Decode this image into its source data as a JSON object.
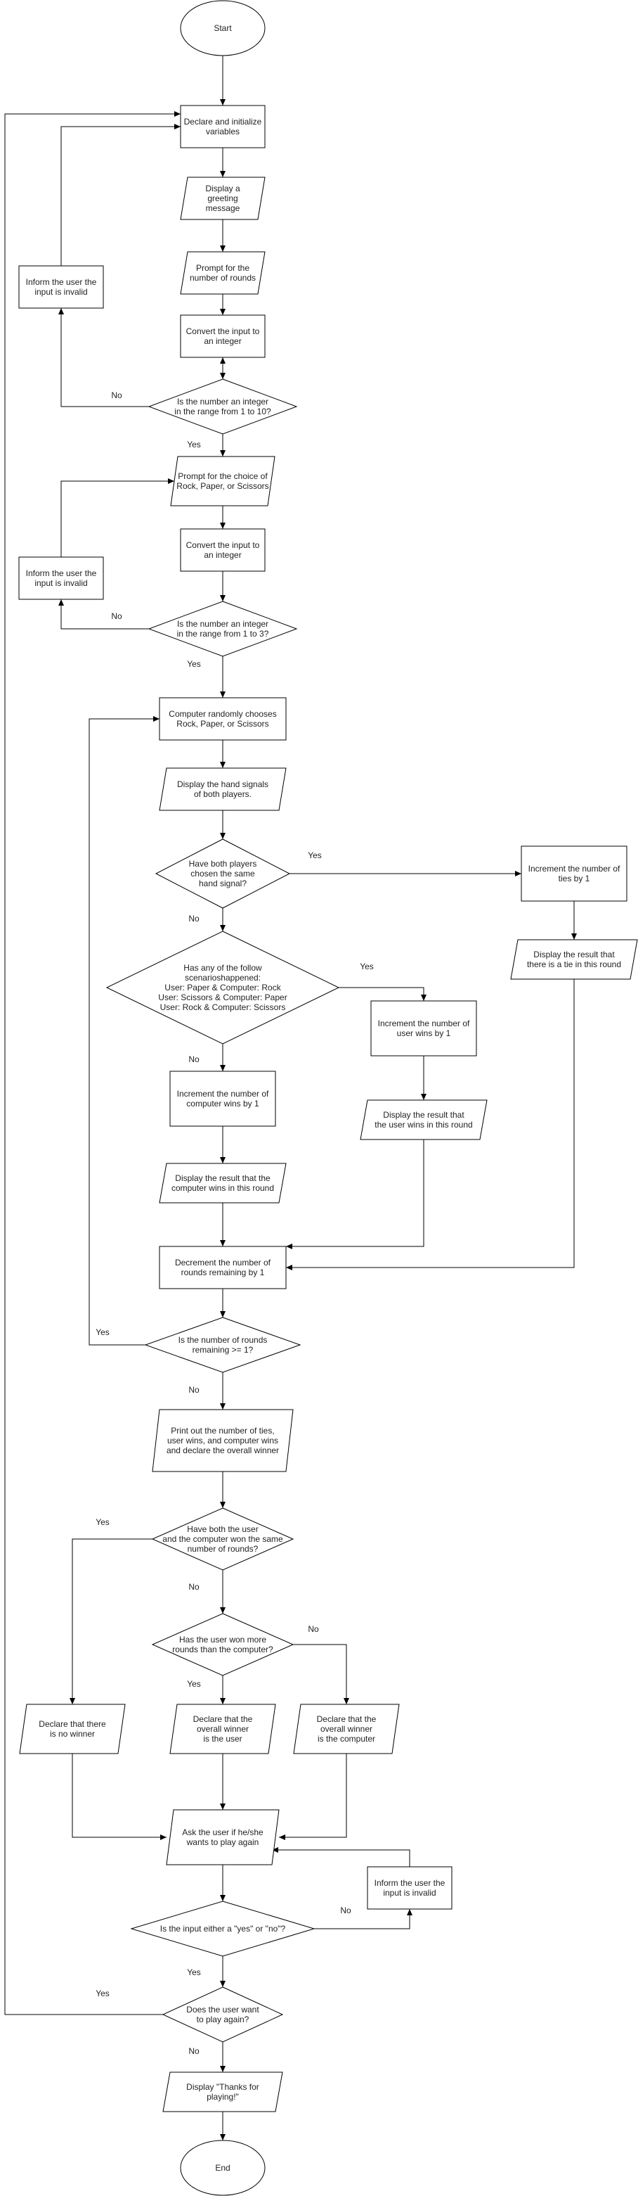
{
  "colors": {
    "stroke": "#000000",
    "fill": "#ffffff",
    "text": "#222222",
    "background": "#ffffff"
  },
  "nodes": {
    "start": [
      "Start"
    ],
    "declare": [
      "Declare and initialize",
      "variables"
    ],
    "greeting": [
      "Display a",
      "greeting",
      "message"
    ],
    "prompt_rounds": [
      "Prompt for the",
      "number of rounds"
    ],
    "convert_rounds": [
      "Convert the input to",
      "an integer"
    ],
    "check_rounds": [
      "Is the number an integer",
      "in the range from 1 to 10?"
    ],
    "invalid_rounds": [
      "Inform the user the",
      "input is invalid"
    ],
    "prompt_choice": [
      "Prompt for the choice of",
      "Rock, Paper, or Scissors"
    ],
    "convert_choice": [
      "Convert the input to",
      "an integer"
    ],
    "check_choice": [
      "Is the number an integer",
      "in the range from 1 to 3?"
    ],
    "invalid_choice": [
      "Inform the user the",
      "input is invalid"
    ],
    "computer_choice": [
      "Computer randomly chooses",
      "Rock, Paper, or Scissors"
    ],
    "display_signals": [
      "Display the hand signals",
      "of both players."
    ],
    "same_signal": [
      "Have both players",
      "chosen the same",
      "hand signal?"
    ],
    "inc_ties": [
      "Increment the number of",
      "ties by 1"
    ],
    "display_tie": [
      "Display the result that",
      "there is a tie in this round"
    ],
    "user_win_check": [
      "Has any of the follow",
      "scenarioshappened:",
      "User: Paper & Computer: Rock",
      "User: Scissors & Computer: Paper",
      "User: Rock & Computer: Scissors"
    ],
    "inc_user": [
      "Increment the number of",
      "user wins by 1"
    ],
    "display_user_win": [
      "Display the result that",
      "the user wins in this round"
    ],
    "inc_computer": [
      "Increment the number of",
      "computer wins by 1"
    ],
    "display_computer_win": [
      "Display the result that the",
      "computer wins in this round"
    ],
    "decrement": [
      "Decrement the number of",
      "rounds remaining by 1"
    ],
    "rounds_check": [
      "Is the number of rounds",
      "remaining >= 1?"
    ],
    "print_summary": [
      "Print out the number of ties,",
      "user wins, and computer wins",
      "and declare the overall winner"
    ],
    "same_rounds": [
      "Have both the user",
      "and the computer won the same",
      "number of rounds?"
    ],
    "user_more": [
      "Has the user won more",
      "rounds than the computer?"
    ],
    "no_winner": [
      "Declare that there",
      "is no winner"
    ],
    "winner_user": [
      "Declare that the",
      "overall winner",
      "is the user"
    ],
    "winner_computer": [
      "Declare that the",
      "overall winner",
      "is the computer"
    ],
    "ask_again": [
      "Ask the user if he/she",
      "wants to play again"
    ],
    "invalid_again": [
      "Inform the user the",
      "input is invalid"
    ],
    "check_yesno": [
      "Is the input either a \"yes\" or \"no\"?"
    ],
    "want_again": [
      "Does the user want",
      "to play again?"
    ],
    "thanks": [
      "Display \"Thanks for",
      "playing!\""
    ],
    "end": [
      "End"
    ]
  },
  "edge_labels": {
    "no_rounds": "No",
    "yes_rounds": "Yes",
    "no_choice": "No",
    "yes_choice": "Yes",
    "yes_same": "Yes",
    "no_same": "No",
    "yes_userwin": "Yes",
    "no_userwin": "No",
    "yes_loop": "Yes",
    "no_loop": "No",
    "yes_tie_overall": "Yes",
    "no_tie_overall": "No",
    "no_user_more": "No",
    "yes_user_more": "Yes",
    "no_yesno": "No",
    "yes_yesno": "Yes",
    "yes_again": "Yes",
    "no_again": "No"
  }
}
